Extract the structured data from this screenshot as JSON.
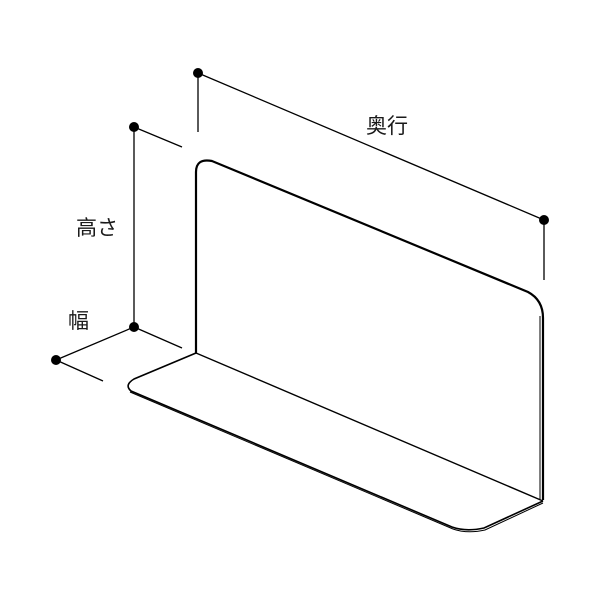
{
  "diagram": {
    "subject": "L-shaped divider panel (isometric view)",
    "line_color": "#000000",
    "background": "#ffffff",
    "dimensions": {
      "depth": {
        "label": "奥行"
      },
      "height": {
        "label": "高さ"
      },
      "width": {
        "label": "幅"
      }
    }
  }
}
